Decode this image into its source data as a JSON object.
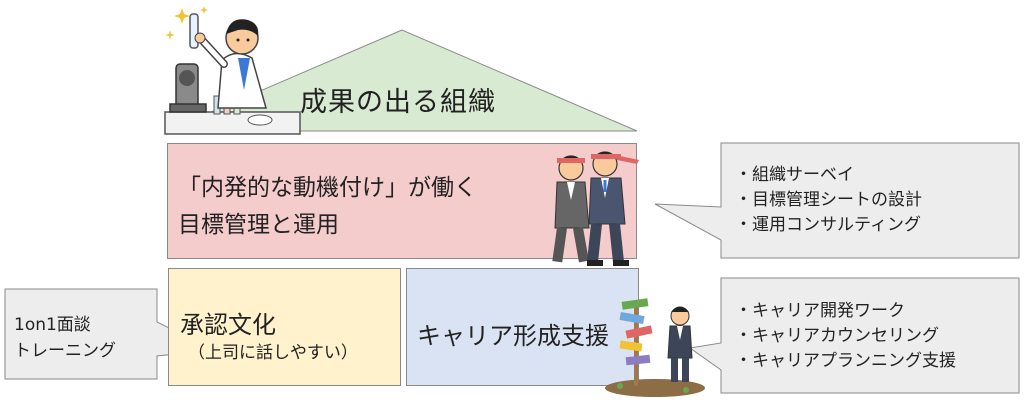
{
  "roof": {
    "title": "成果の出る組織"
  },
  "middle": {
    "line1": "「内発的な動機付け」が働く",
    "line2": "目標管理と運用"
  },
  "bottom_left": {
    "title": "承認文化",
    "subtitle": "（上司に話しやすい）"
  },
  "bottom_right": {
    "title": "キャリア形成支援"
  },
  "callout_left": {
    "lines": [
      "1on1面談",
      "トレーニング"
    ]
  },
  "callout_upper_right": {
    "items": [
      "・組織サーベイ",
      "・目標管理シートの設計",
      "・運用コンサルティング"
    ]
  },
  "callout_lower_right": {
    "items": [
      "・キャリア開発ワーク",
      "・キャリアカウンセリング",
      "・キャリアプランニング支援"
    ]
  },
  "colors": {
    "roof": "#d9ead3",
    "middle": "#f4cccc",
    "yellow": "#fff2cc",
    "blue": "#dae3f3",
    "callout": "#ededed",
    "border": "#8a8a8a"
  },
  "illustrations": [
    "scientist-illustration",
    "running-businessmen-illustration",
    "signpost-businessman-illustration"
  ]
}
